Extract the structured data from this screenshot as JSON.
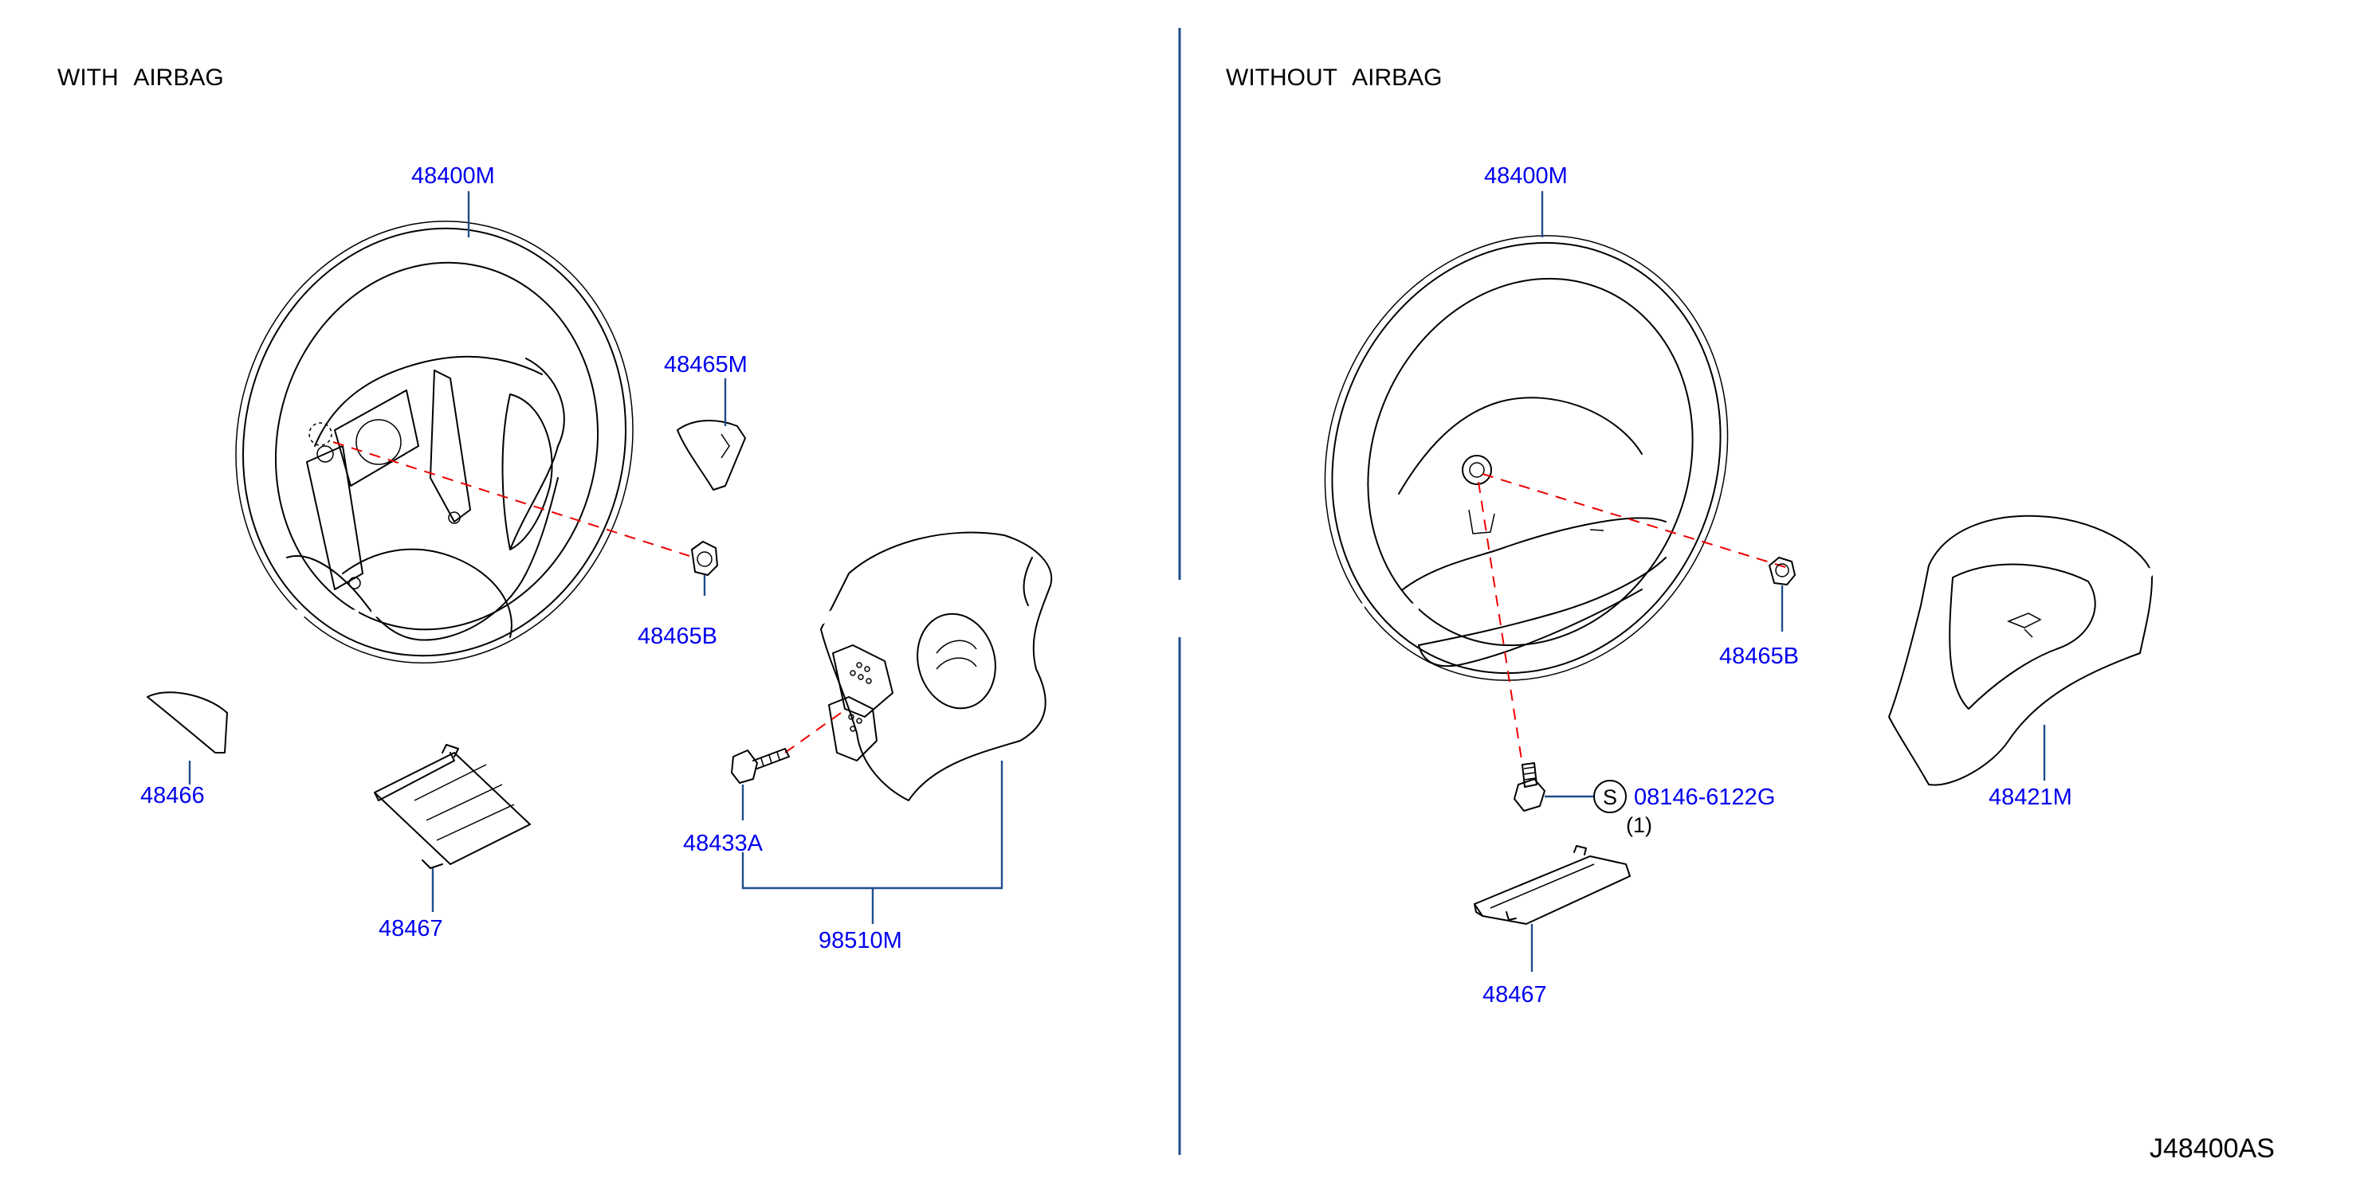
{
  "sections": {
    "left_title": "WITH   AIRBAG",
    "right_title": "WITHOUT   AIRBAG"
  },
  "left_parts": {
    "steering_wheel": "48400M",
    "cover_48465m": "48465M",
    "nut_48465b": "48465B",
    "cover_48466": "48466",
    "lower_cover": "48467",
    "bolt": "48433A",
    "airbag_module": "98510M"
  },
  "right_parts": {
    "steering_wheel": "48400M",
    "nut_48465b": "48465B",
    "bolt_code": "08146-6122G",
    "bolt_symbol": "S",
    "bolt_qty": "(1)",
    "lower_cover": "48467",
    "horn_pad": "48421M"
  },
  "diagram_code": "J48400AS",
  "colors": {
    "label": "#0000ee",
    "leader": "#1f4e8c",
    "dashed_line": "#ee0000",
    "linework": "#000000"
  }
}
